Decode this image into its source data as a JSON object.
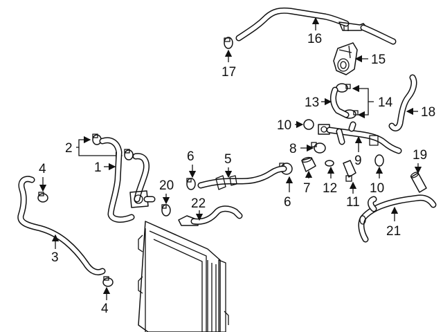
{
  "callouts": {
    "c1": "1",
    "c2": "2",
    "c3": "3",
    "c4a": "4",
    "c4b": "4",
    "c5": "5",
    "c6a": "6",
    "c6b": "6",
    "c7": "7",
    "c8": "8",
    "c9": "9",
    "c10a": "10",
    "c10b": "10",
    "c11": "11",
    "c12": "12",
    "c13": "13",
    "c14": "14",
    "c15": "15",
    "c16": "16",
    "c17": "17",
    "c18": "18",
    "c19": "19",
    "c20": "20",
    "c21": "21",
    "c22": "22"
  },
  "colors": {
    "line": "#111111",
    "background": "#ffffff"
  }
}
